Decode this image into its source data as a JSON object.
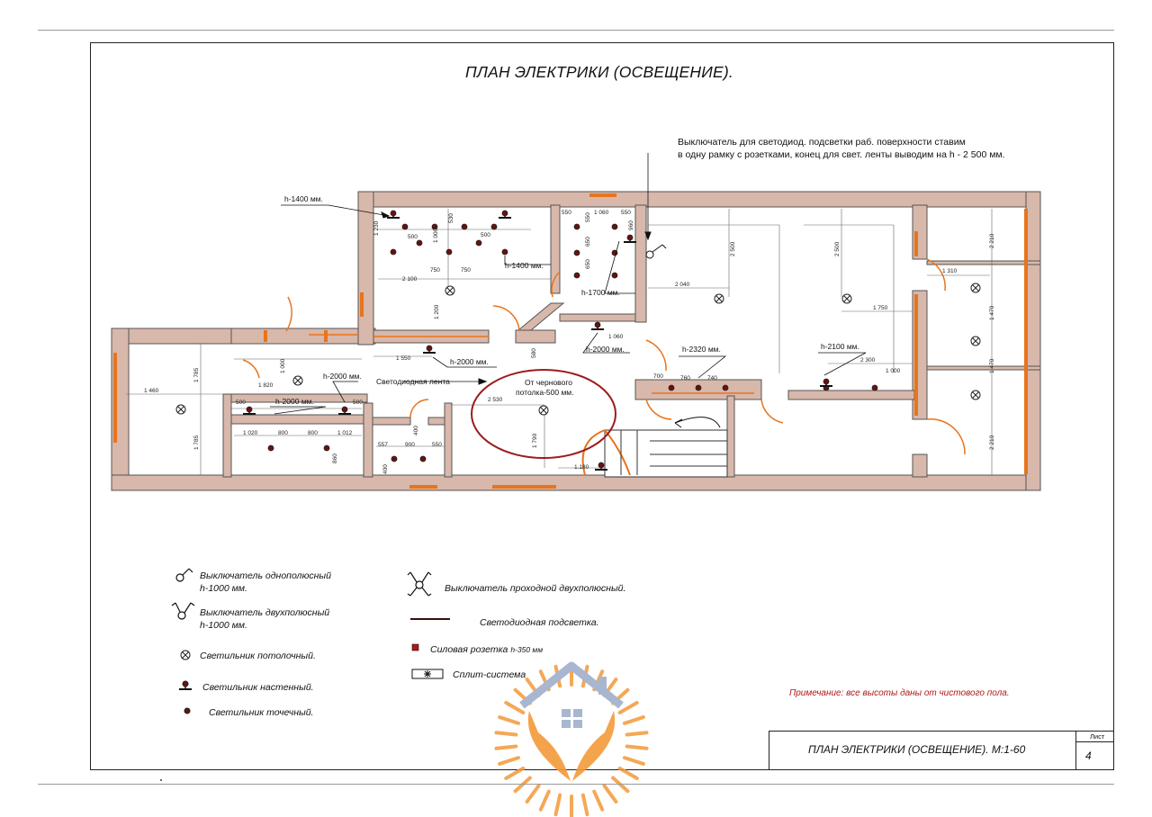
{
  "title": "ПЛАН ЭЛЕКТРИКИ (ОСВЕЩЕНИЕ).",
  "switch_note": {
    "line1": "Выключатель для светодиод. подсветки раб. поверхности ставим",
    "line2": "в одну рамку с розетками, конец для свет. ленты выводим на h - 2 500 мм."
  },
  "plan_labels": {
    "h1400_left": "h-1400 мм.",
    "h1400_right": "h-1400 мм.",
    "h1700": "h-1700 мм.",
    "h2000_corridor": "h-2000 мм.",
    "h2000_hall": "h-2000 мм.",
    "h2000_a": "h-2000 мм.",
    "h2000_b": "h-2000 мм.",
    "h2320": "h-2320 мм.",
    "h2100": "h-2100 мм.",
    "led_strip": "Светодиодная лента",
    "ceiling_note_1": "От чернового",
    "ceiling_note_2": "потолка-500 мм."
  },
  "dimensions": {
    "d1230": "1 230",
    "d500a": "500",
    "d1000a": "1 000",
    "d530": "530",
    "d500b": "500",
    "d750a": "750",
    "d750b": "750",
    "d2100": "2 100",
    "d1200": "1 200",
    "d1550": "1 550",
    "d550a": "550",
    "d550b": "550",
    "d1060a": "1 060",
    "d550c": "550",
    "d960": "960",
    "d650a": "650",
    "d650b": "650",
    "d1060b": "1 060",
    "d580": "580",
    "d2040": "2 040",
    "d2500a": "2 500",
    "d2500b": "2 500",
    "d1750": "1 750",
    "d700": "700",
    "d760": "760",
    "d740": "740",
    "d2300": "2 300",
    "d1000b": "1 000",
    "d1310": "1 310",
    "d2210a": "2 210",
    "d1470a": "1 470",
    "d1470b": "1 470",
    "d2210b": "2 210",
    "d1460": "1 460",
    "d1785a": "1 785",
    "d1785b": "1 785",
    "d1000c": "1 000",
    "d1820": "1 820",
    "d500c": "500",
    "d500d": "500",
    "d1020": "1 020",
    "d800a": "800",
    "d800b": "800",
    "d1012": "1 012",
    "d860": "860",
    "d400a": "400",
    "d557": "557",
    "d900": "900",
    "d550d": "550",
    "d400b": "400",
    "d2530": "2 530",
    "d1790": "1 790",
    "d1180": "1.180"
  },
  "legend": {
    "switch_single_1": "Выключатель однополюсный",
    "switch_single_2": "h-1000  мм.",
    "switch_double_1": "Выключатель двухполюсный",
    "switch_double_2": "h-1000  мм.",
    "ceiling_light": "Светильник потолочный.",
    "wall_light": "Светильник настенный.",
    "spot_light": "Светильник точечный.",
    "pass_switch": "Выключатель проходной двухполюсный.",
    "led_backlight": "Светодиодная подсветка.",
    "socket": "Силовая розетка",
    "socket_h": "h-350  мм",
    "split": "Сплит-система"
  },
  "remark": "Примечание: все высоты даны от чистового пола.",
  "stamp": {
    "title": "ПЛАН ЭЛЕКТРИКИ (ОСВЕЩЕНИЕ).  М:1-60",
    "sheet_label": "Лист",
    "sheet_number": "4"
  },
  "colors": {
    "wall": "#d8b8ab",
    "window": "#e8741c",
    "stroke": "#333333",
    "ellipse": "#9b1c1c",
    "fixture": "#6a1010",
    "logo_orange": "#f39a3a",
    "logo_blue": "#a9b6cf"
  }
}
